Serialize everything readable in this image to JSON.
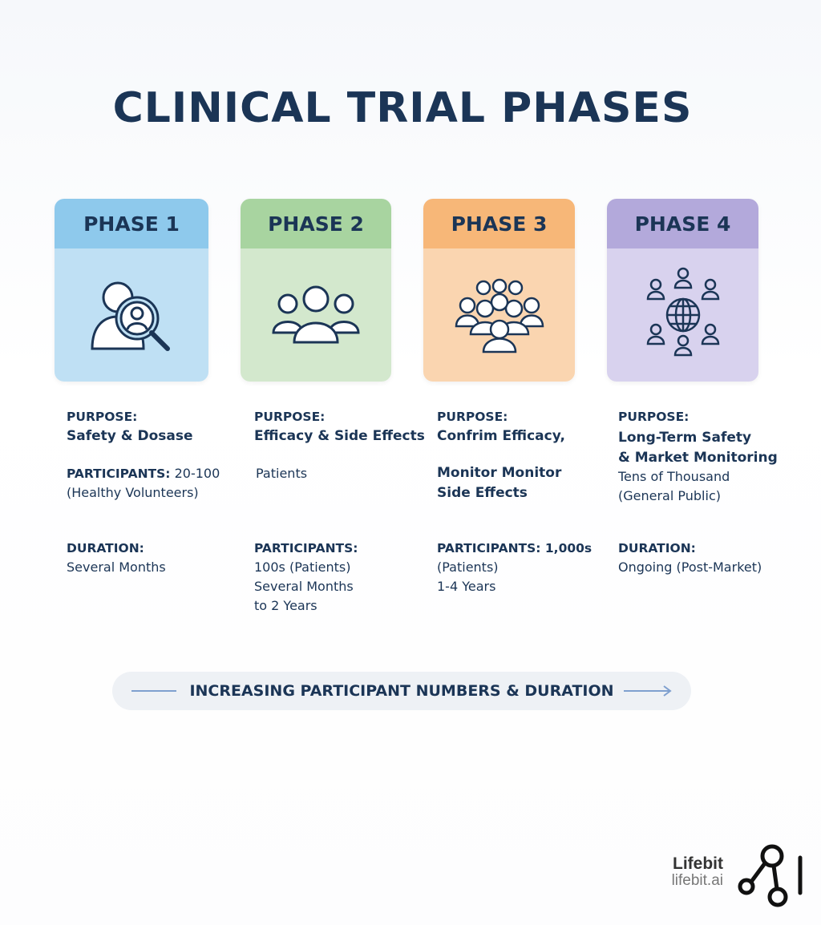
{
  "title": "CLINICAL TRIAL PHASES",
  "phases": [
    {
      "label": "PHASE 1",
      "icon": "person-magnifier-icon",
      "header_color": "#8ec9ec",
      "body_color": "#bfe0f4",
      "lines": [
        {
          "t": "PURPOSE:",
          "b": true
        },
        {
          "t": "Safety & Dosase",
          "b": true
        },
        {
          "t": "PARTICIPANTS:",
          "b": true
        },
        {
          "t": "20-100",
          "b": false
        },
        {
          "t": "(Healthy Volunteers)",
          "b": false
        },
        {
          "t": "DURATION:",
          "b": true
        },
        {
          "t": "Several Months",
          "b": false
        }
      ]
    },
    {
      "label": "PHASE 2",
      "icon": "small-group-icon",
      "header_color": "#a8d4a0",
      "body_color": "#d3e8cd",
      "lines": [
        {
          "t": "PURPOSE:",
          "b": true
        },
        {
          "t": "Efficacy & Side Effects",
          "b": true
        },
        {
          "t": "Patients",
          "b": false
        },
        {
          "t": "PARTICIPANTS:",
          "b": true
        },
        {
          "t": "100s (Patients)",
          "b": false
        },
        {
          "t": "Several Months",
          "b": false
        },
        {
          "t": "to 2 Years",
          "b": false
        }
      ]
    },
    {
      "label": "PHASE 3",
      "icon": "large-group-icon",
      "header_color": "#f7b778",
      "body_color": "#fad5b0",
      "lines": [
        {
          "t": "PURPOSE:",
          "b": true
        },
        {
          "t": "Confrim Efficacy,",
          "b": true
        },
        {
          "t": "Monitor Monitor",
          "b": true
        },
        {
          "t": "Side Effects",
          "b": true
        },
        {
          "t": "PARTICIPANTS: 1,000s",
          "b": true
        },
        {
          "t": "(Patients)",
          "b": false
        },
        {
          "t": "1-4 Years",
          "b": false
        }
      ]
    },
    {
      "label": "PHASE 4",
      "icon": "global-population-icon",
      "header_color": "#b3a9db",
      "body_color": "#d8d2ee",
      "lines": [
        {
          "t": "PURPOSE:",
          "b": true
        },
        {
          "t": "Long-Term Safety",
          "b": true
        },
        {
          "t": "& Market Monitoring",
          "b": true
        },
        {
          "t": "Tens of Thousand",
          "b": false
        },
        {
          "t": "(General Public)",
          "b": false
        },
        {
          "t": "DURATION:",
          "b": true
        },
        {
          "t": "Ongoing (Post-Market)",
          "b": false
        }
      ]
    }
  ],
  "footer_bar": "INCREASING PARTICIPANT NUMBERS & DURATION",
  "brand": {
    "name": "Lifebit",
    "url": "lifebit.ai"
  }
}
